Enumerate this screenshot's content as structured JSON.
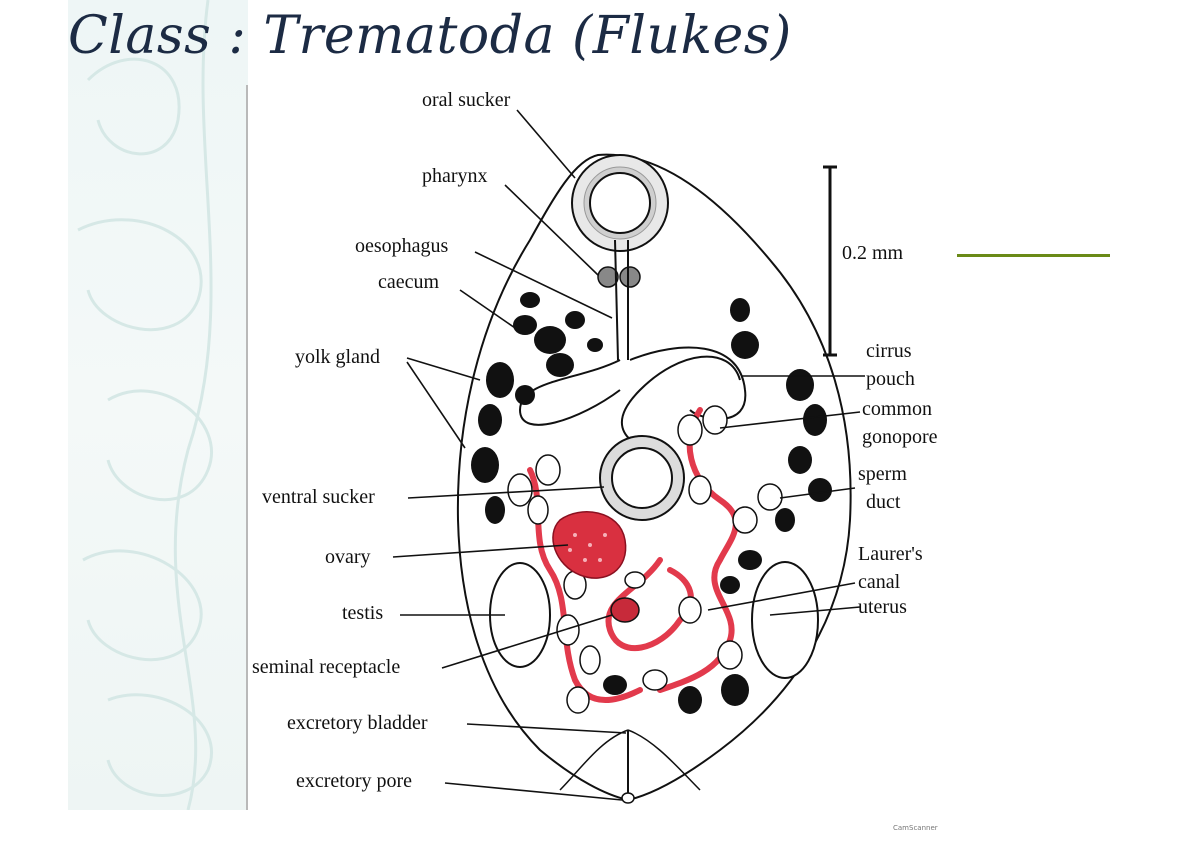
{
  "title": "Class : Trematoda (Flukes)",
  "scale_label": "0.2 mm",
  "labels": {
    "oral_sucker": "oral sucker",
    "pharynx": "pharynx",
    "oesophagus": "oesophagus",
    "caecum": "caecum",
    "yolk_gland": "yolk gland",
    "ventral_sucker": "ventral sucker",
    "ovary": "ovary",
    "testis": "testis",
    "seminal_receptacle": "seminal receptacle",
    "excretory_bladder": "excretory bladder",
    "excretory_pore": "excretory pore",
    "cirrus": "cirrus",
    "pouch": "pouch",
    "common": "common",
    "gonopore": "gonopore",
    "sperm": "sperm",
    "duct": "duct",
    "laurers": "Laurer's",
    "canal": "canal",
    "uterus": "uterus"
  },
  "footer": "CamScanner",
  "colors": {
    "accent": "#6a8a17",
    "uterus": "#e23a4c",
    "yolk": "#111111",
    "title": "#1c2b44"
  }
}
